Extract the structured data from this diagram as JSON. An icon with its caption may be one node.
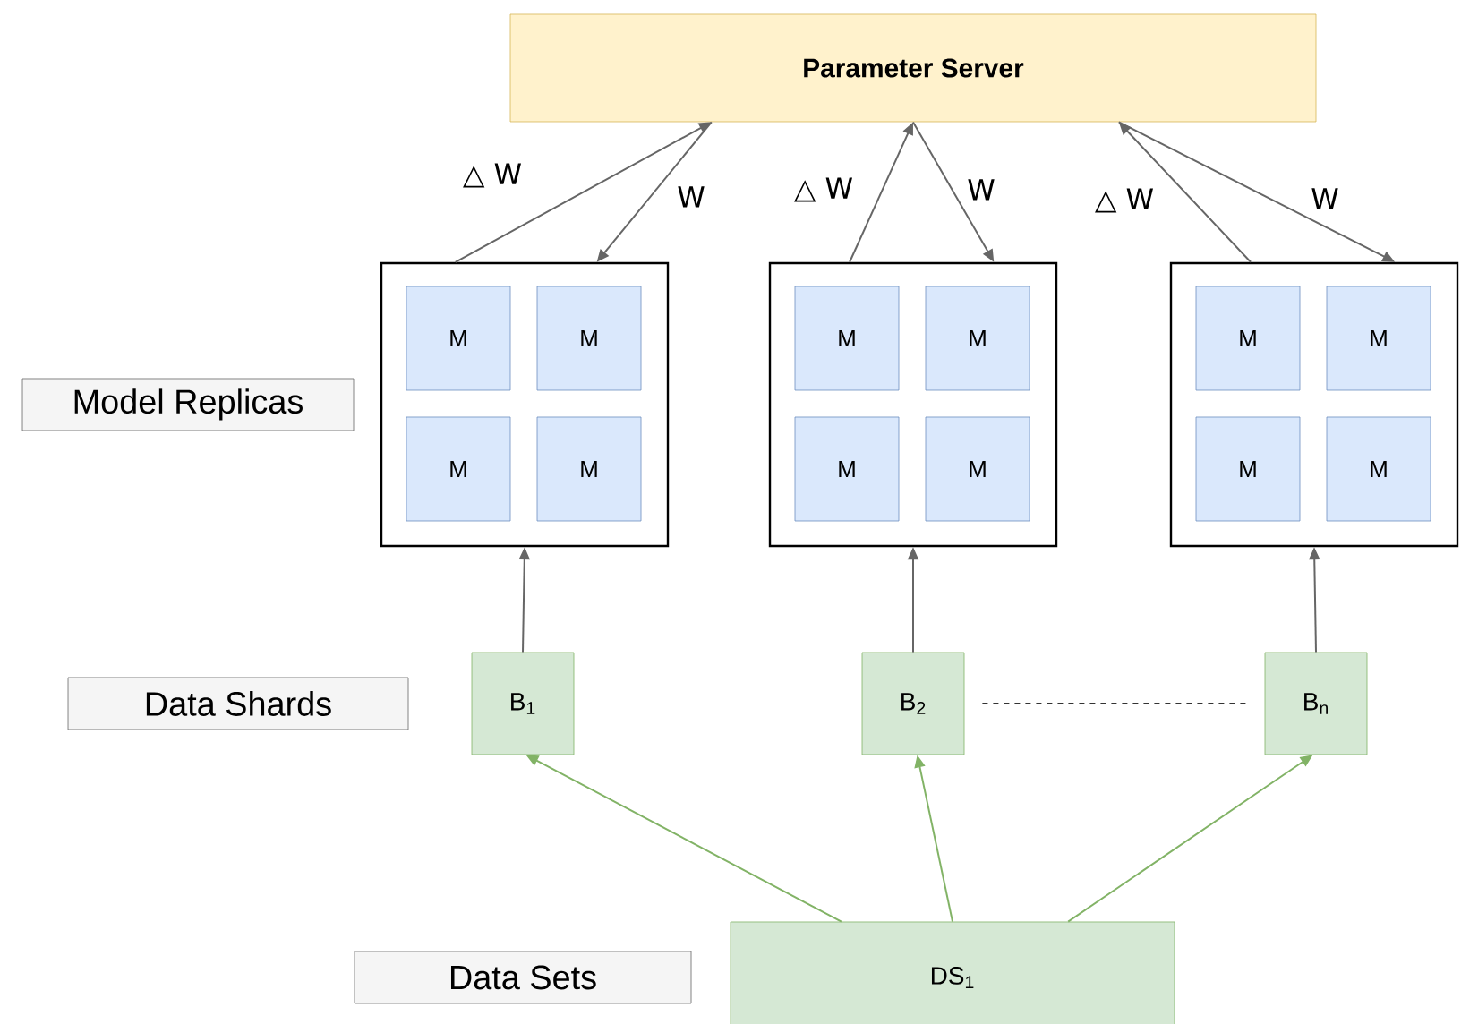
{
  "diagram": {
    "nodes": [
      {
        "text": [
          "Parameter Server"
        ]
      },
      {
        "text": [],
        "shape": "box"
      },
      {
        "text": [
          "M"
        ],
        "in": 1
      },
      {
        "text": [
          "M"
        ],
        "in": 1
      },
      {
        "text": [
          "M"
        ],
        "in": 1
      },
      {
        "text": [
          "M"
        ],
        "in": 1
      },
      {
        "text": [],
        "shape": "box"
      },
      {
        "text": [
          "M"
        ],
        "in": 6
      },
      {
        "text": [
          "M"
        ],
        "in": 6
      },
      {
        "text": [
          "M"
        ],
        "in": 6
      },
      {
        "text": [
          "M"
        ],
        "in": 6
      },
      {
        "text": [],
        "shape": "box"
      },
      {
        "text": [
          "M"
        ],
        "in": 11
      },
      {
        "text": [
          "M"
        ],
        "in": 11
      },
      {
        "text": [
          "M"
        ],
        "in": 11
      },
      {
        "text": [
          "M"
        ],
        "in": 11
      },
      {
        "text": [
          "B$_{1}$"
        ]
      },
      {
        "text": [
          "B$_{2}$"
        ]
      },
      {
        "text": [
          "B$_{n}$"
        ]
      },
      {
        "text": [
          "DS$_{1}$"
        ]
      },
      {
        "text": [
          "Model Replicas"
        ]
      },
      {
        "text": [
          "Data Shards"
        ]
      },
      {
        "text": [
          "Data Sets"
        ]
      }
    ],
    "edges": [
      {
        "from": 1,
        "to": 0,
        "arrow": "to",
        "label": "△ W"
      },
      {
        "from": 0,
        "to": 1,
        "arrow": "to",
        "label": "W"
      },
      {
        "from": 6,
        "to": 0,
        "arrow": "to",
        "label": "△ W"
      },
      {
        "from": 0,
        "to": 6,
        "arrow": "to",
        "label": "W"
      },
      {
        "from": 11,
        "to": 0,
        "arrow": "to",
        "label": "△ W"
      },
      {
        "from": 0,
        "to": 11,
        "arrow": "to",
        "label": "W"
      },
      {
        "from": 16,
        "to": 1,
        "arrow": "to"
      },
      {
        "from": 17,
        "to": 6,
        "arrow": "to"
      },
      {
        "from": 18,
        "to": 11,
        "arrow": "to"
      },
      {
        "from": 19,
        "to": 16,
        "arrow": "to",
        "color": "#82b366"
      },
      {
        "from": 19,
        "to": 17,
        "arrow": "to",
        "color": "#82b366"
      },
      {
        "from": 19,
        "to": 18,
        "arrow": "to",
        "color": "#82b366"
      },
      {
        "from": 17,
        "to": 18,
        "arrow": "none",
        "style": "dashed",
        "color": "#333333"
      }
    ]
  }
}
